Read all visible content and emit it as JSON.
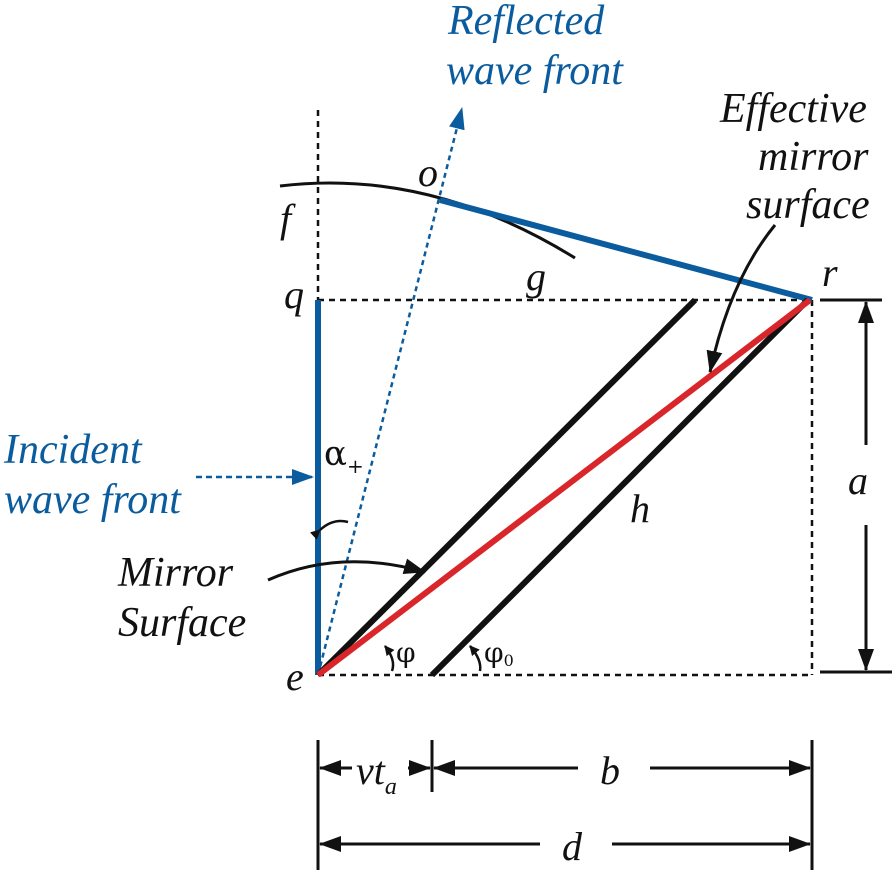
{
  "labels": {
    "reflected_line1": "Reflected",
    "reflected_line2": "wave front",
    "effective_line1": "Effective",
    "effective_line2": "mirror",
    "effective_line3": "surface",
    "incident_line1": "Incident",
    "incident_line2": "wave front",
    "mirror_line1": "Mirror",
    "mirror_line2": "Surface",
    "point_o": "o",
    "point_f": "f",
    "point_g": "g",
    "point_q": "q",
    "point_r": "r",
    "point_e": "e",
    "point_h": "h",
    "dim_a": "a",
    "dim_b": "b",
    "dim_d": "d",
    "dim_vt": "vt",
    "dim_vt_sub": "a",
    "angle_alpha": "α",
    "angle_alpha_sub": "+",
    "angle_phi": "φ",
    "angle_phi0": "φ",
    "angle_phi0_sub": "0"
  },
  "colors": {
    "wavefront_blue": "#0a5c9e",
    "effective_mirror_red": "#d9262b",
    "line_black": "#111111"
  }
}
